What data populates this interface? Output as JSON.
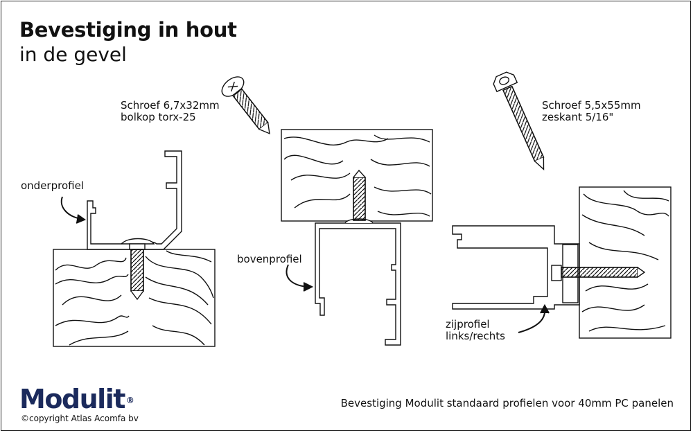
{
  "header": {
    "title": "Bevestiging in hout",
    "subtitle": "in de gevel"
  },
  "screws": [
    {
      "line1": "Schroef 6,7x32mm",
      "line2": "bolkop torx-25"
    },
    {
      "line1": "Schroef 5,5x55mm",
      "line2": "zeskant 5/16\""
    }
  ],
  "profiles": {
    "onder": "onderprofiel",
    "boven": "bovenprofiel",
    "zij_line1": "zijprofiel",
    "zij_line2": "links/rechts"
  },
  "footer": {
    "brand": "Modulit",
    "registered": "®",
    "copyright": "©copyright Atlas Acomfa bv",
    "caption": "Bevestiging Modulit standaard profielen voor 40mm PC panelen"
  },
  "colors": {
    "brand": "#1b2a5c",
    "line": "#111111"
  }
}
